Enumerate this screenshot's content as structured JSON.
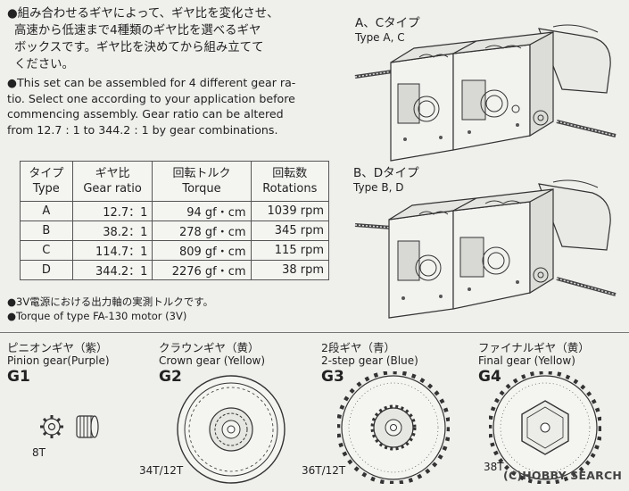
{
  "intro": {
    "jp_lines": [
      "●組み合わせるギヤによって、ギヤ比を変化させ、",
      "高速から低速まで4種類のギヤ比を選べるギヤ",
      "ボックスです。ギヤ比を決めてから組み立てて",
      "ください。"
    ],
    "en_lines": [
      "●This set can be assembled for 4 different gear ra-",
      "tio. Select one according to your application before",
      "commencing assembly. Gear ratio can be altered",
      "from 12.7 : 1 to 344.2 : 1 by gear combinations."
    ]
  },
  "spec_table": {
    "headers_jp": [
      "タイプ",
      "ギヤ比",
      "回転トルク",
      "回転数"
    ],
    "headers_en": [
      "Type",
      "Gear ratio",
      "Torque",
      "Rotations"
    ],
    "rows": [
      {
        "type": "A",
        "ratio": "12.7：1",
        "torque": "94 gf・cm",
        "rpm": "1039 rpm"
      },
      {
        "type": "B",
        "ratio": "38.2：1",
        "torque": "278 gf・cm",
        "rpm": "345 rpm"
      },
      {
        "type": "C",
        "ratio": "114.7：1",
        "torque": "809 gf・cm",
        "rpm": "115 rpm"
      },
      {
        "type": "D",
        "ratio": "344.2：1",
        "torque": "2276 gf・cm",
        "rpm": "38 rpm"
      }
    ]
  },
  "notes": {
    "jp": "●3V電源における出力軸の実測トルクです。",
    "en": "●Torque of type FA-130 motor (3V)"
  },
  "type_ac": {
    "jp": "A、Cタイプ",
    "en": "Type A, C"
  },
  "type_bd": {
    "jp": "B、Dタイプ",
    "en": "Type B, D"
  },
  "gears": [
    {
      "jp": "ピニオンギヤ（紫）",
      "en": "Pinion gear(Purple)",
      "code": "G1",
      "teeth": "8T"
    },
    {
      "jp": "クラウンギヤ（黄）",
      "en": "Crown gear (Yellow)",
      "code": "G2",
      "teeth": "34T/12T"
    },
    {
      "jp": "2段ギヤ（青）",
      "en": "2-step gear (Blue)",
      "code": "G3",
      "teeth": "36T/12T"
    },
    {
      "jp": "ファイナルギヤ（黄）",
      "en": "Final gear (Yellow)",
      "code": "G4",
      "teeth": "38T"
    }
  ],
  "watermark": "(C)HOBBY SEARCH"
}
